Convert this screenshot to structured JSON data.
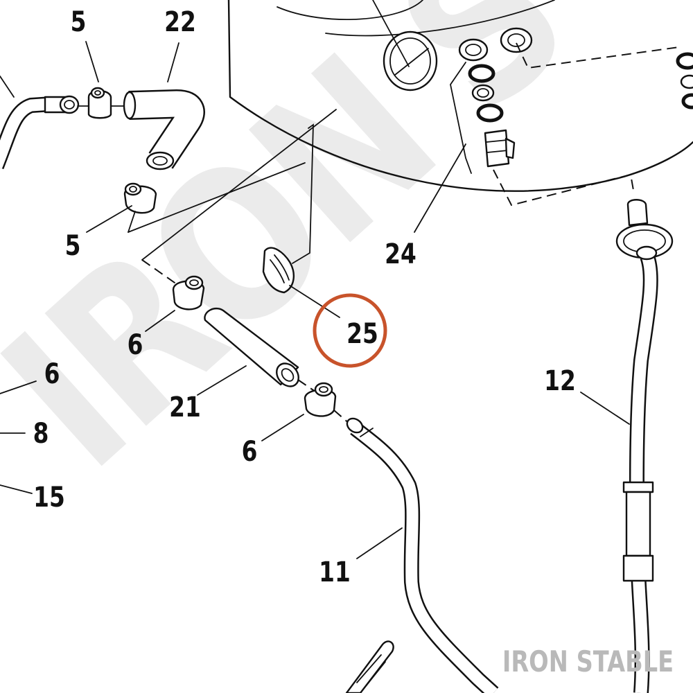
{
  "diagram": {
    "callouts": [
      {
        "id": "5a",
        "text": "5"
      },
      {
        "id": "22",
        "text": "22"
      },
      {
        "id": "5b",
        "text": "5"
      },
      {
        "id": "24",
        "text": "24"
      },
      {
        "id": "6a",
        "text": "6"
      },
      {
        "id": "25",
        "text": "25",
        "highlighted": true
      },
      {
        "id": "6b",
        "text": "6"
      },
      {
        "id": "21",
        "text": "21"
      },
      {
        "id": "8",
        "text": "8"
      },
      {
        "id": "6c",
        "text": "6"
      },
      {
        "id": "15",
        "text": "15"
      },
      {
        "id": "12",
        "text": "12"
      },
      {
        "id": "11",
        "text": "11"
      }
    ],
    "highlight_color": "#c8532b"
  },
  "watermark": {
    "large": "IRON S",
    "corner": "IRON STABLE"
  }
}
